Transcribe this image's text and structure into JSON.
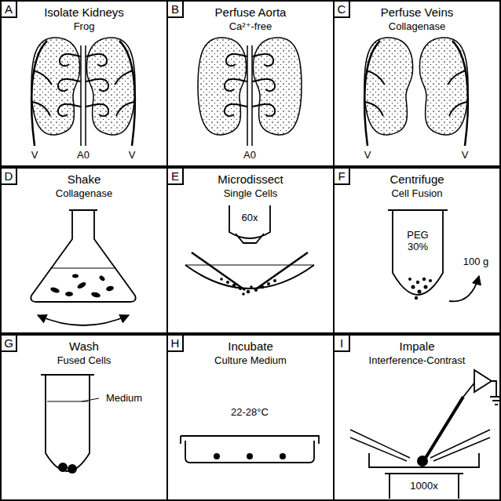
{
  "diagram": {
    "nodes": [
      {
        "text": [
          "A",
          "Isolate Kidneys",
          "Frog"
        ]
      },
      {
        "text": [
          "B",
          "Perfuse Aorta",
          "Ca²⁺-free"
        ]
      },
      {
        "text": [
          "C",
          "Perfuse Veins",
          "Collagenase"
        ]
      },
      {
        "text": [
          "D",
          "Shake",
          "Collagenase"
        ]
      },
      {
        "text": [
          "E",
          "Microdissect",
          "Single Cells"
        ]
      },
      {
        "text": [
          "F",
          "Centrifuge",
          "Cell Fusion"
        ]
      },
      {
        "text": [
          "G",
          "Wash",
          "Fused Cells"
        ]
      },
      {
        "text": [
          "H",
          "Incubate",
          "Culture Medium"
        ]
      },
      {
        "text": [
          "I",
          "Impale",
          "Interference-Contrast"
        ]
      }
    ],
    "labels": [
      "V",
      "A0",
      "V",
      "A0",
      "V",
      "V",
      "60x",
      "PEG 30%",
      "100 g",
      "Medium",
      "22-28°C",
      "1000x"
    ]
  }
}
